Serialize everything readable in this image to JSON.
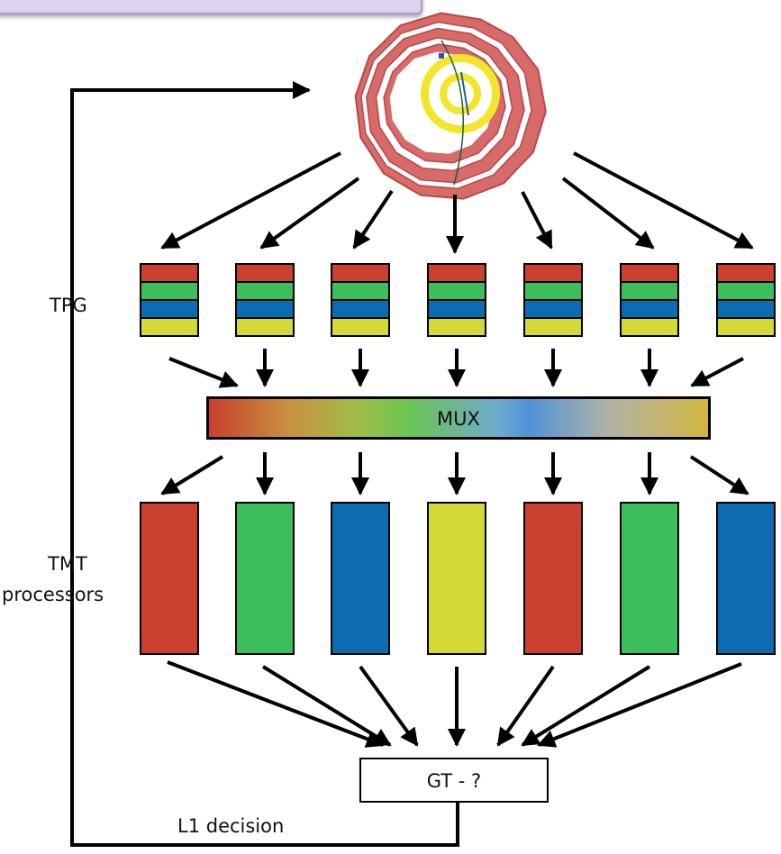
{
  "title": "",
  "labels": {
    "tpg": "TPG",
    "tmt_line1": "TMT",
    "tmt_line2": "processors",
    "mux": "MUX",
    "gt": "GT - ?",
    "l1_decision": "L1 decision"
  },
  "colors": {
    "red": "#cc4030",
    "green": "#3dbe5c",
    "blue": "#0c6bb1",
    "yellow": "#d4d935",
    "detector_red": "#d86a6a",
    "detector_yellow": "#f1e62b"
  },
  "tpg_blocks": [
    {
      "stripes": [
        "red",
        "green",
        "blue",
        "yellow"
      ]
    },
    {
      "stripes": [
        "red",
        "green",
        "blue",
        "yellow"
      ]
    },
    {
      "stripes": [
        "red",
        "green",
        "blue",
        "yellow"
      ]
    },
    {
      "stripes": [
        "red",
        "green",
        "blue",
        "yellow"
      ]
    },
    {
      "stripes": [
        "red",
        "green",
        "blue",
        "yellow"
      ]
    },
    {
      "stripes": [
        "red",
        "green",
        "blue",
        "yellow"
      ]
    },
    {
      "stripes": [
        "red",
        "green",
        "blue",
        "yellow"
      ]
    }
  ],
  "tmt_processors": [
    {
      "color": "red"
    },
    {
      "color": "green"
    },
    {
      "color": "blue"
    },
    {
      "color": "yellow"
    },
    {
      "color": "red"
    },
    {
      "color": "green"
    },
    {
      "color": "blue"
    }
  ]
}
